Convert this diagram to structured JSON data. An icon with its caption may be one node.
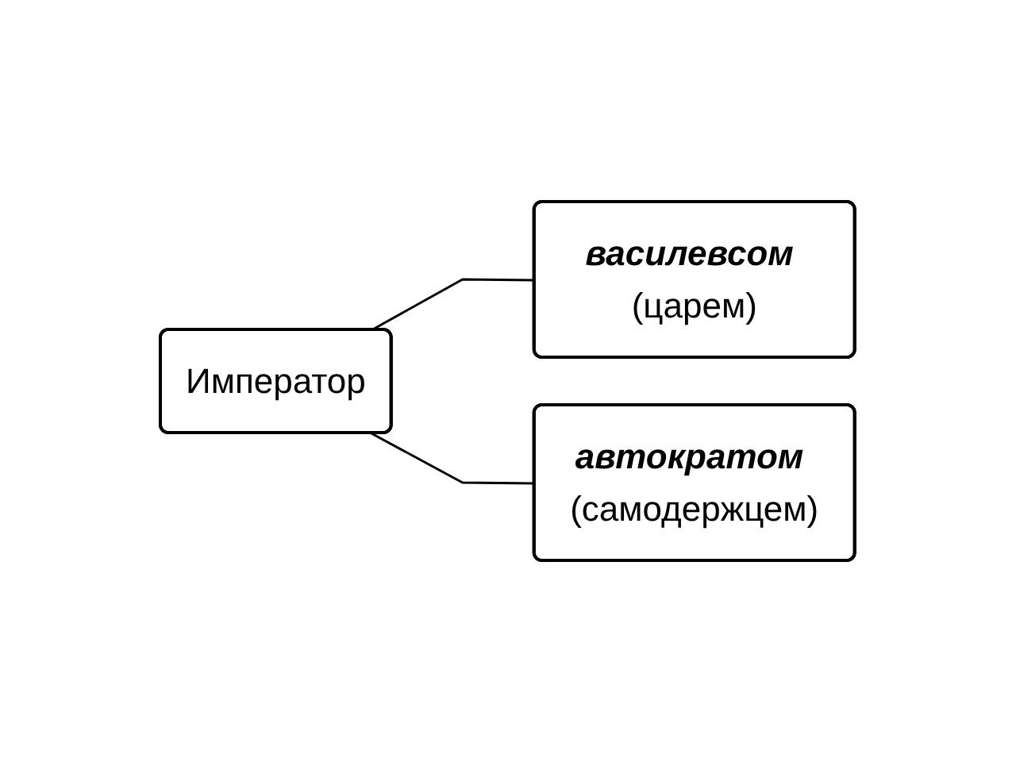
{
  "diagram": {
    "nodes": [
      {
        "text": [
          "Император"
        ]
      },
      {
        "text": [
          "**василевсом** (царем)"
        ]
      },
      {
        "text": [
          "**автократом** (самодержцем)"
        ]
      }
    ],
    "edges": [
      {
        "from": 0,
        "to": 1,
        "arrow": "none"
      },
      {
        "from": 0,
        "to": 2,
        "arrow": "none"
      }
    ]
  }
}
